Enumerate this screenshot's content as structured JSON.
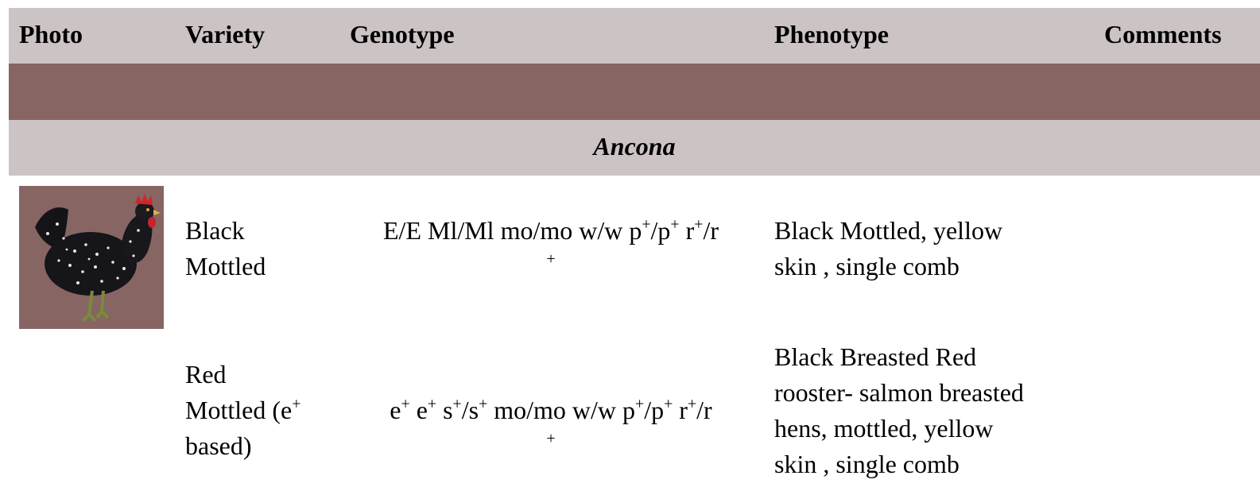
{
  "table": {
    "headers": {
      "photo": "Photo",
      "variety": "Variety",
      "genotype": "Genotype",
      "phenotype": "Phenotype",
      "comments": "Comments"
    },
    "section_title": "Ancona",
    "rows": [
      {
        "photo_icon": "black-mottled-chicken-photo",
        "variety_line1": "Black",
        "variety_line2": "Mottled",
        "genotype_main": "E/E Ml/Ml mo/mo w/w p",
        "genotype_sup1": "+",
        "genotype_mid1": "/p",
        "genotype_sup2": "+",
        "genotype_mid2": " r",
        "genotype_sup3": "+",
        "genotype_mid3": "/r",
        "genotype_wrap": "+",
        "phenotype_line1": "Black Mottled, yellow",
        "phenotype_line2": "skin , single comb",
        "comments": ""
      },
      {
        "photo_icon": "",
        "variety_line1": "Red",
        "variety_line2": "Mottled (e",
        "variety_sup": "+",
        "variety_line3": "based)",
        "genotype_main": "e",
        "genotype_sup1": "+",
        "genotype_mid1": " e",
        "genotype_sup2": "+",
        "genotype_mid2": " s",
        "genotype_sup3": "+",
        "genotype_mid3": "/s",
        "genotype_sup4": "+",
        "genotype_mid4": " mo/mo w/w p",
        "genotype_sup5": "+",
        "genotype_mid5": "/p",
        "genotype_sup6": "+",
        "genotype_mid6": " r",
        "genotype_sup7": "+",
        "genotype_mid7": "/r",
        "genotype_wrap": "+",
        "phenotype_line1": "Black Breasted Red",
        "phenotype_line2": "rooster- salmon breasted",
        "phenotype_line3": "hens, mottled, yellow",
        "phenotype_line4": "skin , single comb",
        "comments": ""
      }
    ]
  },
  "colors": {
    "header_bg": "#cbc3c4",
    "spacer_bg": "#866563",
    "photo_bg": "#866563"
  }
}
